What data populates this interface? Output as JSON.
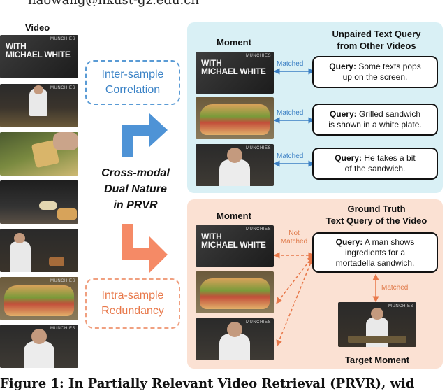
{
  "header": {
    "email": "haowang@hkust-gz.edu.cn"
  },
  "video_column": {
    "label": "Video"
  },
  "frames": {
    "title_line1": "WITH",
    "title_line2": "MICHAEL WHITE",
    "watermark": "MUNCHIES"
  },
  "labels": {
    "inter_sample_line1": "Inter-sample",
    "inter_sample_line2": "Correlation",
    "intra_sample_line1": "Intra-sample",
    "intra_sample_line2": "Redundancy",
    "center_line1": "Cross-modal",
    "center_line2": "Dual Nature",
    "center_line3": "in PRVR"
  },
  "top_panel": {
    "moment_header": "Moment",
    "query_header_line1": "Unpaired Text Query",
    "query_header_line2": "from Other Videos",
    "matched_label": "Matched",
    "queries": [
      {
        "prefix": "Query:",
        "line1": "Some texts pops",
        "line2": "up on the screen."
      },
      {
        "prefix": "Query:",
        "line1": "Grilled sandwich",
        "line2": "is shown in a white plate."
      },
      {
        "prefix": "Query:",
        "line1": "He takes a bit",
        "line2": "of the sandwich."
      }
    ]
  },
  "bottom_panel": {
    "moment_header": "Moment",
    "query_header_line1": "Ground Truth",
    "query_header_line2": "Text Query of the Video",
    "not_matched_line1": "Not",
    "not_matched_line2": "Matched",
    "matched_label": "Matched",
    "query": {
      "prefix": "Query:",
      "line1": "A man shows",
      "line2": "ingredients for a",
      "line3": "mortadella sandwich."
    },
    "target_label": "Target Moment"
  },
  "caption": {
    "text": "Figure 1: In Partially Relevant Video Retrieval (PRVR), wid"
  }
}
